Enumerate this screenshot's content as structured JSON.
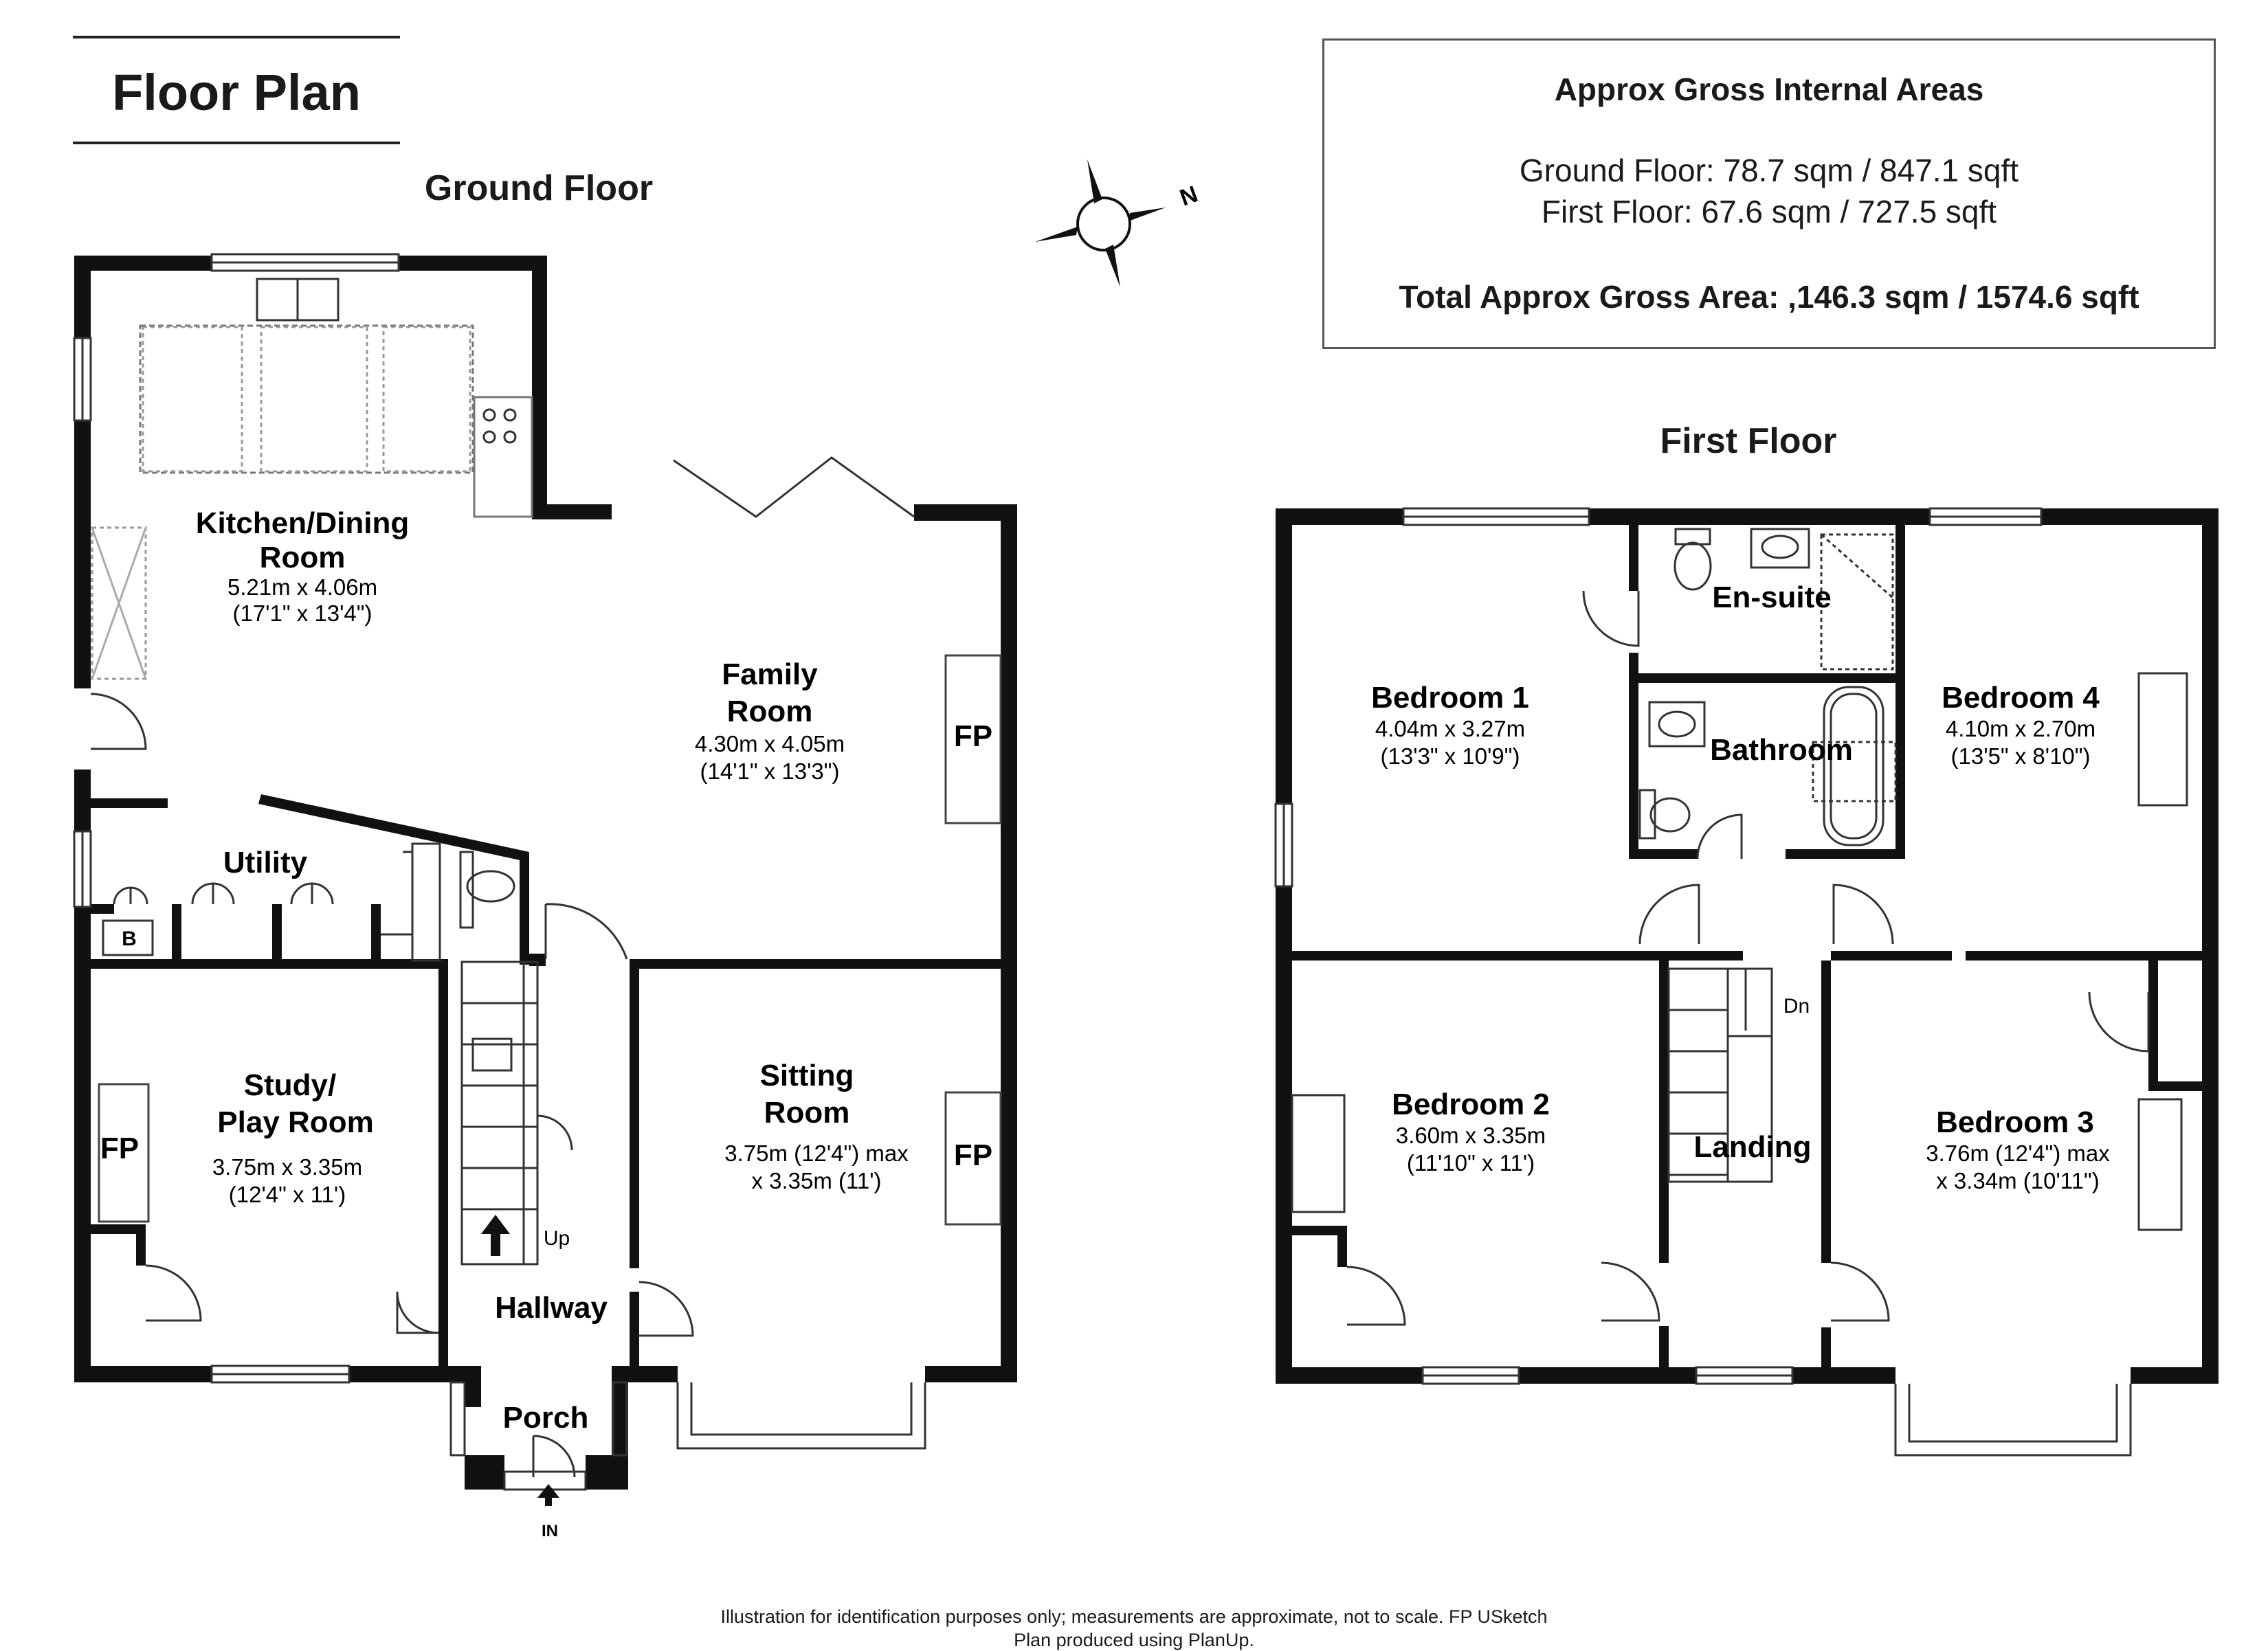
{
  "title": "Floor Plan",
  "ground_floor_label": "Ground Floor",
  "first_floor_label": "First Floor",
  "areas": {
    "heading": "Approx Gross Internal Areas",
    "ground": "Ground Floor: 78.7 sqm / 847.1 sqft",
    "first": "First Floor: 67.6 sqm / 727.5 sqft",
    "total": "Total Approx Gross Area: ,146.3 sqm / 1574.6 sqft"
  },
  "compass_letter": "N",
  "ground": {
    "kitchen": {
      "name1": "Kitchen/Dining",
      "name2": "Room",
      "dim1": "5.21m x 4.06m",
      "dim2": "(17'1\" x 13'4\")"
    },
    "family": {
      "name1": "Family",
      "name2": "Room",
      "dim1": "4.30m x 4.05m",
      "dim2": "(14'1\" x 13'3\")"
    },
    "utility": {
      "name": "Utility",
      "boiler": "B"
    },
    "study": {
      "name1": "Study/",
      "name2": "Play Room",
      "dim1": "3.75m x 3.35m",
      "dim2": "(12'4\" x 11')"
    },
    "sitting": {
      "name1": "Sitting",
      "name2": "Room",
      "dim1": "3.75m (12'4\") max",
      "dim2": "x 3.35m (11')"
    },
    "hallway": "Hallway",
    "porch": "Porch",
    "stairs_up": "Up",
    "entrance": "IN",
    "fireplace": "FP"
  },
  "first": {
    "bed1": {
      "name": "Bedroom 1",
      "dim1": "4.04m x 3.27m",
      "dim2": "(13'3\" x 10'9\")"
    },
    "bed2": {
      "name": "Bedroom 2",
      "dim1": "3.60m x 3.35m",
      "dim2": "(11'10\" x 11')"
    },
    "bed3": {
      "name": "Bedroom 3",
      "dim1": "3.76m (12'4\") max",
      "dim2": "x 3.34m (10'11\")"
    },
    "bed4": {
      "name": "Bedroom 4",
      "dim1": "4.10m x 2.70m",
      "dim2": "(13'5\" x 8'10\")"
    },
    "ensuite": "En-suite",
    "bathroom": "Bathroom",
    "landing": "Landing",
    "stairs_down": "Dn"
  },
  "footer": {
    "line1": "Illustration for identification purposes only; measurements are approximate, not to scale. FP USketch",
    "line2": "Plan produced using PlanUp."
  }
}
